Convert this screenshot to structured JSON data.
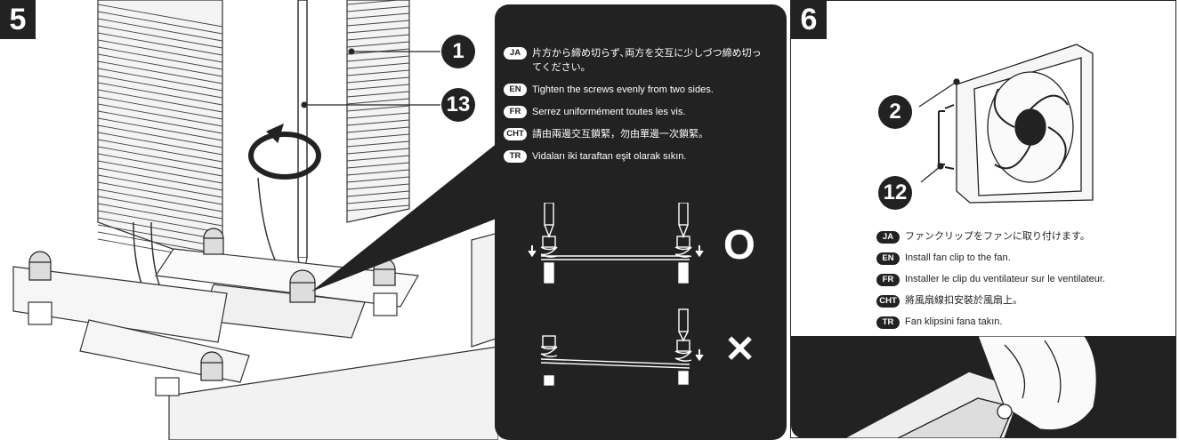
{
  "step5": {
    "number": "5",
    "callouts": [
      "1",
      "13"
    ],
    "instructions": [
      {
        "lang": "JA",
        "text": "片方から締め切らず､両方を交互に少しづつ締め切ってください。"
      },
      {
        "lang": "EN",
        "text": "Tighten the screws evenly from two sides."
      },
      {
        "lang": "FR",
        "text": "Serrez uniformément toutes les vis."
      },
      {
        "lang": "CHT",
        "text": "請由兩邊交互鎖緊，勿由單邊一次鎖緊。"
      },
      {
        "lang": "TR",
        "text": "Vidaları iki taraftan eşit olarak sıkın."
      }
    ],
    "correct_mark": "O",
    "wrong_mark": "✕"
  },
  "step6": {
    "number": "6",
    "callouts": [
      "2",
      "12"
    ],
    "instructions": [
      {
        "lang": "JA",
        "text": "ファンクリップをファンに取り付けます。"
      },
      {
        "lang": "EN",
        "text": "Install  fan clip to the fan."
      },
      {
        "lang": "FR",
        "text": "Installer le clip du ventilateur sur le ventilateur."
      },
      {
        "lang": "CHT",
        "text": "將風扇線扣安裝於風扇上。"
      },
      {
        "lang": "TR",
        "text": "Fan klipsini fana takın."
      }
    ]
  },
  "colors": {
    "panel": "#222222",
    "line": "#333333",
    "background": "#ffffff"
  }
}
